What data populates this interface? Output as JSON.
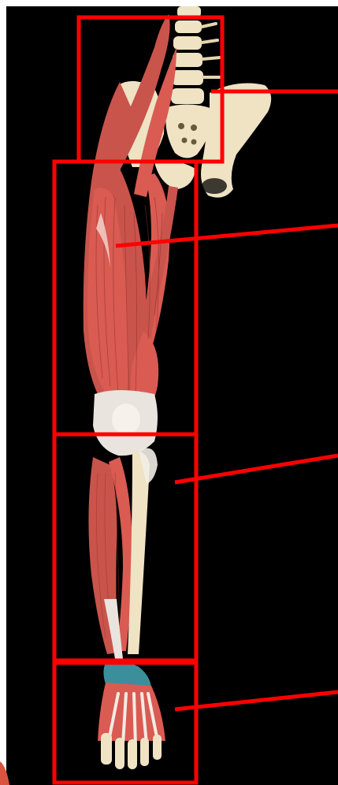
{
  "figure": {
    "background_color": "#000000",
    "frame_color": "#ffffff",
    "annotation_color": "#ff0000",
    "muscle_color": "#c9544c",
    "bone_color": "#efe3c4",
    "tendon_color": "#e9e4de",
    "ligament_color": "#3b8f9a"
  },
  "regions": [
    {
      "id": "pelvis-spine",
      "label": ""
    },
    {
      "id": "thigh",
      "label": ""
    },
    {
      "id": "lower-leg",
      "label": ""
    },
    {
      "id": "foot",
      "label": ""
    }
  ]
}
